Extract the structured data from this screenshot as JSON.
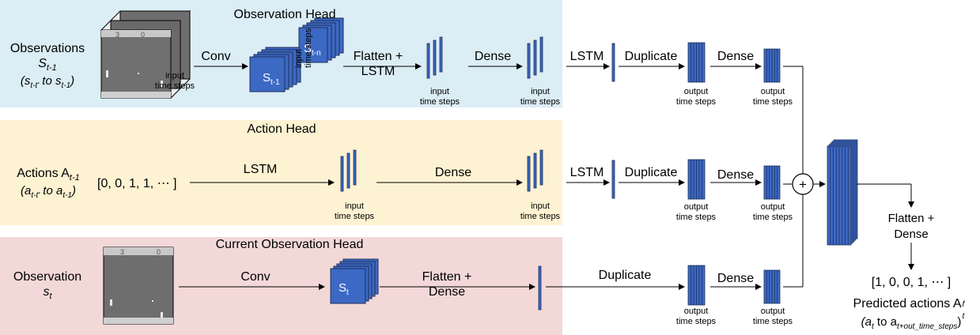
{
  "panels": {
    "observation_head": {
      "title": "Observation Head",
      "input_label": "Observations",
      "input_symbol": "S",
      "input_symbol_sub": "t-1",
      "input_range": "(s",
      "input_range_sub1": "t-t'",
      "input_range_mid": " to s",
      "input_range_sub2": "t-1",
      "input_range_end": ")",
      "frame_score_left": "3",
      "frame_score_right": "0",
      "conv_label": "Conv",
      "stack_front_label": "S",
      "stack_front_sub": "t-1",
      "stack_back_label": "S",
      "stack_back_sub": "t-n",
      "flatten_label_1": "Flatten +",
      "flatten_label_2": "LSTM",
      "dense_label": "Dense",
      "time_steps_a": "input\ntime steps",
      "time_steps_b": "input\ntime steps",
      "time_steps_c": "input\ntime steps",
      "time_steps_d": "input\ntime steps"
    },
    "action_head": {
      "title": "Action Head",
      "input_label_1": "Actions A",
      "input_label_1_sub": "t-1",
      "input_range": "(a",
      "input_range_sub1": "t-t'",
      "input_range_mid": " to a",
      "input_range_sub2": "t-1",
      "input_range_end": ")",
      "vector": "[0, 0, 1, 1, ⋯ ]",
      "lstm_label": "LSTM",
      "dense_label": "Dense",
      "time_steps_a": "input\ntime steps",
      "time_steps_b": "input\ntime steps"
    },
    "current_head": {
      "title": "Current Observation Head",
      "input_label": "Observation",
      "input_symbol": "s",
      "input_symbol_sub": "t",
      "frame_score_left": "3",
      "frame_score_right": "0",
      "conv_label": "Conv",
      "stack_label": "S",
      "stack_sub": "t",
      "flatten_label_1": "Flatten +",
      "flatten_label_2": "Dense"
    }
  },
  "merge": {
    "row1": {
      "lstm": "LSTM",
      "duplicate": "Duplicate",
      "dense": "Dense",
      "ts1": "output\ntime steps",
      "ts2": "output\ntime steps"
    },
    "row2": {
      "lstm": "LSTM",
      "duplicate": "Duplicate",
      "dense": "Dense",
      "ts1": "output\ntime steps",
      "ts2": "output\ntime steps"
    },
    "row3": {
      "duplicate": "Duplicate",
      "dense": "Dense",
      "ts1": "output\ntime steps",
      "ts2": "output\ntime steps"
    },
    "plus": "+",
    "final_1": "Flatten +",
    "final_2": "Dense",
    "output_vector": "[1, 0, 0, 1, ⋯ ]",
    "predicted_label": "Predicted actions A",
    "predicted_sup": "f",
    "predicted_sub": "t",
    "predicted_range_a": "(a",
    "predicted_range_sub1": "t",
    "predicted_range_mid": " to a",
    "predicted_range_sub2": "t+out_time_steps",
    "predicted_range_end": ")"
  },
  "colors": {
    "observation_bg": "#dbedf5",
    "action_bg": "#fdf3d3",
    "current_bg": "#f3d8d8",
    "block_blue": "#3c69c4",
    "block_dark": "#1e2f5a",
    "screen_gray": "#707070"
  }
}
